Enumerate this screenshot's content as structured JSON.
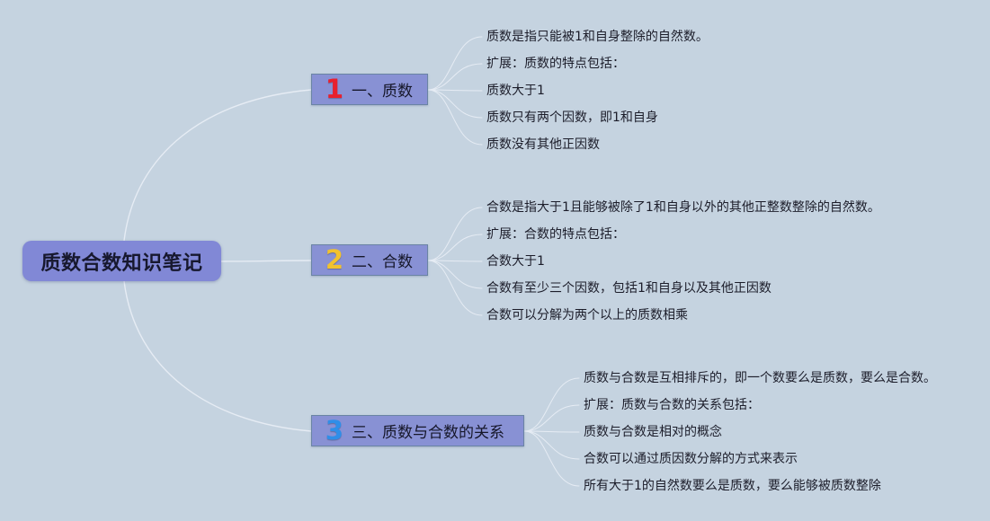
{
  "root": {
    "title": "质数合数知识笔记"
  },
  "topics": [
    {
      "number": "1",
      "number_color": "#e8202e",
      "label": "一、质数",
      "notes": [
        "质数是指只能被1和自身整除的自然数。",
        "扩展：质数的特点包括：",
        "质数大于1",
        "质数只有两个因数，即1和自身",
        "质数没有其他正因数"
      ]
    },
    {
      "number": "2",
      "number_color": "#f2c22e",
      "label": "二、合数",
      "notes": [
        "合数是指大于1且能够被除了1和自身以外的其他正整数整除的自然数。",
        "扩展：合数的特点包括：",
        "合数大于1",
        "合数有至少三个因数，包括1和自身以及其他正因数",
        "合数可以分解为两个以上的质数相乘"
      ]
    },
    {
      "number": "3",
      "number_color": "#2f8ee8",
      "label": "三、质数与合数的关系",
      "notes": [
        "质数与合数是互相排斥的，即一个数要么是质数，要么是合数。",
        "扩展：质数与合数的关系包括：",
        "质数与合数是相对的概念",
        "合数可以通过质因数分解的方式来表示",
        "所有大于1的自然数要么是质数，要么能够被质数整除"
      ]
    }
  ],
  "colors": {
    "background": "#c5d3e0",
    "node_fill": "#8891d4",
    "connector": "#e6ecf4"
  }
}
